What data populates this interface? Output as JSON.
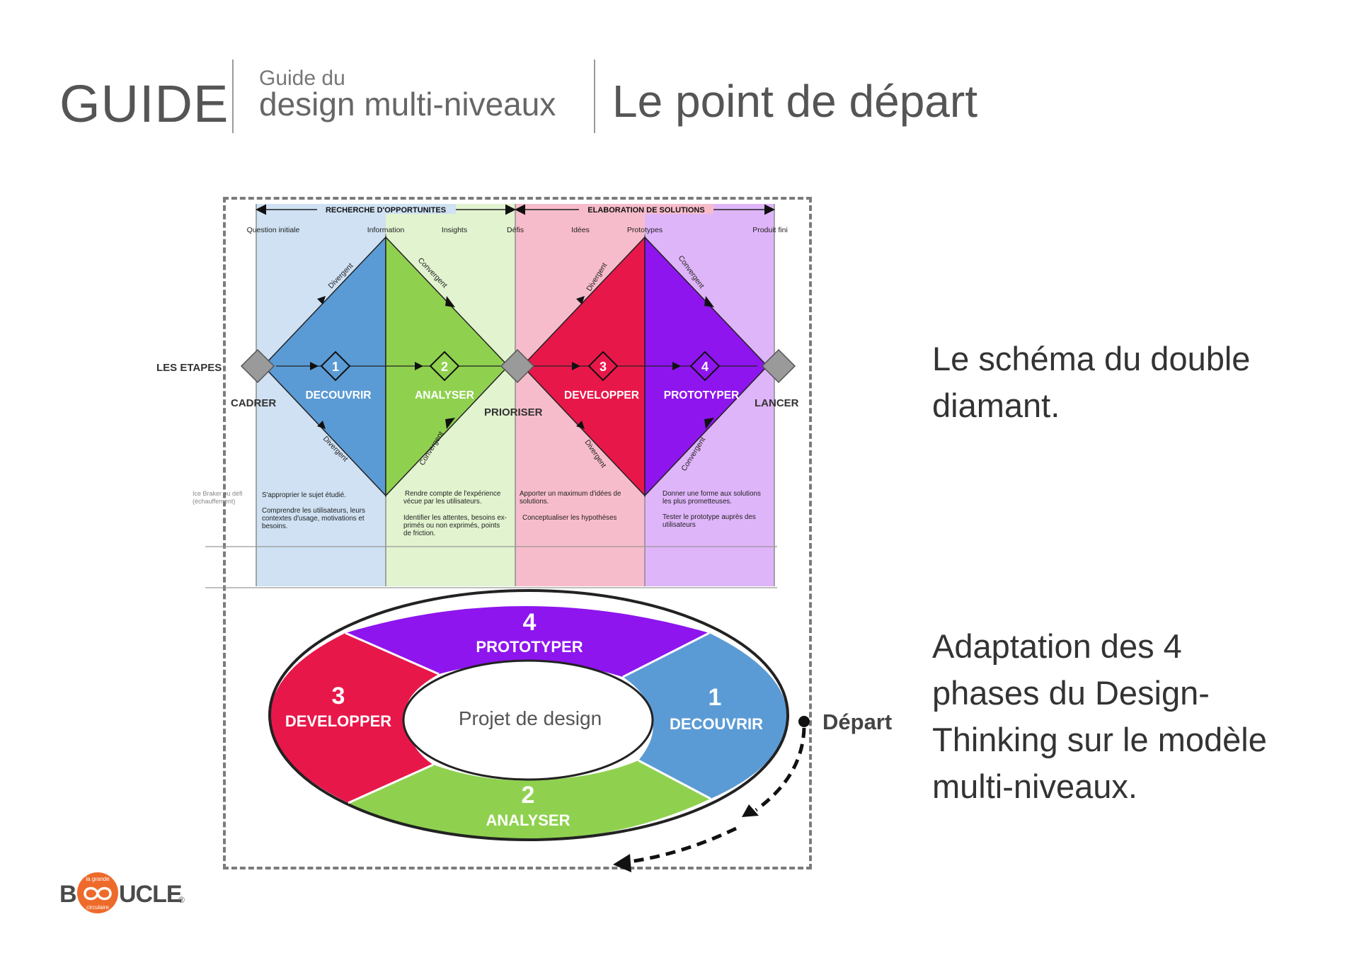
{
  "header": {
    "guide": "GUIDE",
    "subtitle_small": "Guide du",
    "subtitle_big": "design multi-niveaux",
    "page_title": "Le point de départ"
  },
  "side_texts": {
    "first": [
      "Le schéma du double",
      "diamant."
    ],
    "second": [
      "Adaptation des 4",
      "phases du Design-",
      "Thinking sur le modèle",
      "multi-niveaux."
    ]
  },
  "double_diamond": {
    "top_arrows": [
      "RECHERCHE D'OPPORTUNITES",
      "ELABORATION DE SOLUTIONS"
    ],
    "milestones": [
      "Question initiale",
      "Information",
      "Insights",
      "Défis",
      "Idées",
      "Prototypes",
      "Produit fini"
    ],
    "row_label": "LES ETAPES",
    "gates": [
      "CADRER",
      "PRIORISER",
      "LANCER"
    ],
    "edge_labels": [
      "Divergent",
      "Convergent",
      "Divergent",
      "Convergent",
      "Divergent",
      "Convergent",
      "Divergent",
      "Convergent"
    ],
    "phases": [
      {
        "number": "1",
        "name": "DECOUVRIR",
        "color": "#5b9bd5",
        "band": "#cfe1f3",
        "desc": [
          "S'approprier le sujet étudié.",
          "",
          "Comprendre les utilisateurs, leurs",
          "contextes d'usage, motivations et",
          "besoins."
        ]
      },
      {
        "number": "2",
        "name": "ANALYSER",
        "color": "#8fd14f",
        "band": "#e2f3cf",
        "desc": [
          "Rendre compte de l'expérience",
          "vécue par les utilisateurs.",
          "",
          "Identifier les attentes, besoins ex-",
          "primés ou non exprimés, points",
          "de friction."
        ]
      },
      {
        "number": "3",
        "name": "DEVELOPPER",
        "color": "#e8174a",
        "band": "#f7bccb",
        "desc": [
          "Apporter un maximum d'idées de",
          "solutions.",
          "",
          "Conceptualiser les hypothèses"
        ]
      },
      {
        "number": "4",
        "name": "PROTOTYPER",
        "color": "#8e15ee",
        "band": "#dfb5f9",
        "desc": [
          "Donner une forme aux solutions",
          "les plus prometteuses.",
          "",
          "Tester le prototype auprès des",
          "utilisateurs"
        ]
      }
    ],
    "left_note": [
      "Ice Braker ou défi",
      "(échauffement)"
    ]
  },
  "cycle": {
    "center_label": "Projet de design",
    "start_label": "Départ",
    "segments": [
      {
        "number": "1",
        "name": "DECOUVRIR",
        "color": "#5b9bd5"
      },
      {
        "number": "2",
        "name": "ANALYSER",
        "color": "#8fd14f"
      },
      {
        "number": "3",
        "name": "DEVELOPPER",
        "color": "#e8174a"
      },
      {
        "number": "4",
        "name": "PROTOTYPER",
        "color": "#8e15ee"
      }
    ]
  },
  "logo": {
    "letter_b": "B",
    "rest": "UCLE",
    "circle_text_top": "la grande",
    "circle_text_bottom": "circulaire",
    "circle_color": "#ee6a2b",
    "registered": "®"
  }
}
